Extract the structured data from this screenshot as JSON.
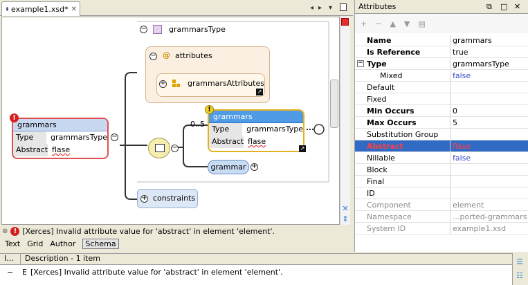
{
  "editor": {
    "tab_title": "example1.xsd*",
    "close_glyph": "✕"
  },
  "diagram": {
    "grammarsType_label": "grammarsType",
    "attributes_label": "attributes",
    "attributes_at": "@",
    "grammarsAttributes_label": "grammarsAttributes",
    "main_element": {
      "title": "grammars",
      "rows": [
        {
          "key": "Type",
          "value": "grammarsType"
        },
        {
          "key": "Abstract",
          "value": "flase"
        }
      ]
    },
    "occurs": "0..5",
    "child_element": {
      "title": "grammars",
      "rows": [
        {
          "key": "Type",
          "value": "grammarsType"
        },
        {
          "key": "Abstract",
          "value": "flase"
        }
      ]
    },
    "grammar_label": "grammar",
    "constraints_label": "constraints",
    "err_glyph": "!",
    "warn_glyph": "!"
  },
  "status": {
    "message": "[Xerces]  Invalid attribute value for 'abstract' in element 'element'."
  },
  "modes": [
    "Text",
    "Grid",
    "Author",
    "Schema"
  ],
  "attributes_panel": {
    "title": "Attributes",
    "rows": [
      {
        "name": "Name",
        "value": "grammars"
      },
      {
        "name": "Is Reference",
        "value": "true"
      },
      {
        "name": "Type",
        "value": "grammarsType"
      },
      {
        "name": "Mixed",
        "value": "false"
      },
      {
        "name": "Default",
        "value": ""
      },
      {
        "name": "Fixed",
        "value": ""
      },
      {
        "name": "Min Occurs",
        "value": "0"
      },
      {
        "name": "Max Occurs",
        "value": "5"
      },
      {
        "name": "Substitution Group",
        "value": ""
      },
      {
        "name": "Abstract",
        "value": "flase"
      },
      {
        "name": "Nillable",
        "value": "false"
      },
      {
        "name": "Block",
        "value": ""
      },
      {
        "name": "Final",
        "value": ""
      },
      {
        "name": "ID",
        "value": ""
      },
      {
        "name": "Component",
        "value": "element"
      },
      {
        "name": "Namespace",
        "value": "...ported-grammars"
      },
      {
        "name": "System ID",
        "value": "example1.xsd"
      }
    ]
  },
  "problems": {
    "col_icon": "I...",
    "col_desc": "Description - 1 item",
    "row_prefix": "E",
    "row_text": "[Xerces]  Invalid attribute value for 'abstract' in element 'element'."
  },
  "colors": {
    "selection": "#316ac5",
    "error": "#d42020",
    "accent": "#3a4ec8"
  }
}
